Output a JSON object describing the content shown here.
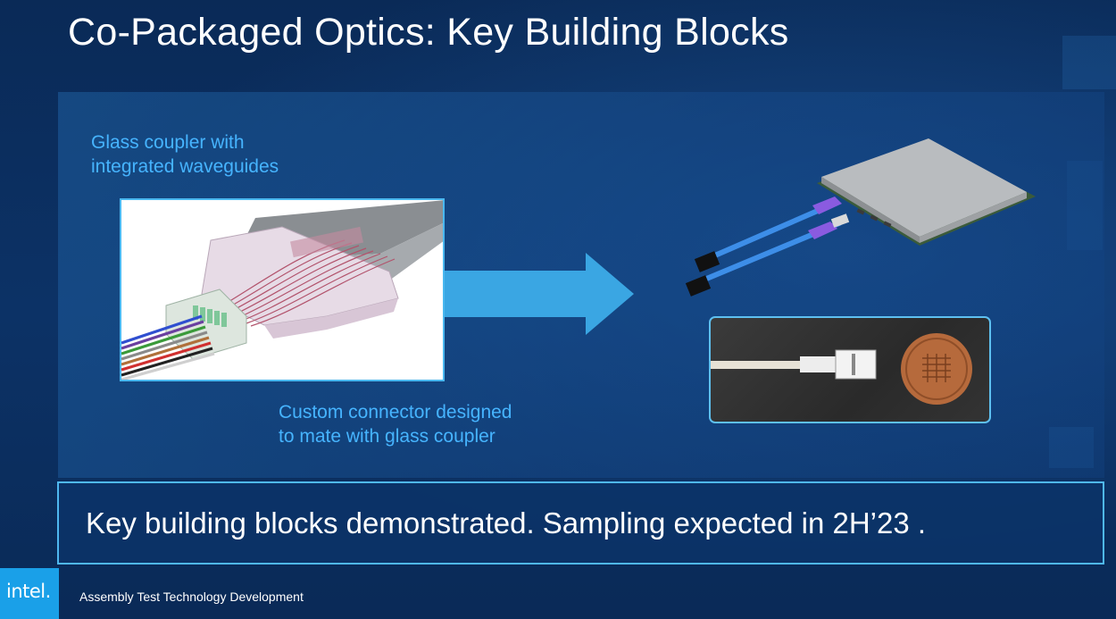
{
  "slide": {
    "title": "Co-Packaged Optics: Key Building Blocks",
    "label_coupler": [
      "Glass coupler with",
      "integrated waveguides"
    ],
    "label_connector": [
      "Custom connector designed",
      "to mate with glass coupler"
    ],
    "banner": "Key building blocks demonstrated. Sampling expected in  2H’23 .",
    "footer": "Assembly Test Technology Development",
    "logo": "intel."
  },
  "colors": {
    "background": "#0b2d5c",
    "accent_text": "#46b4ff",
    "arrow": "#3aa6e3",
    "border": "#4fb8f0",
    "logo_bg": "#1aa0e8"
  },
  "icons": {
    "arrow": "right-arrow-icon",
    "package": "co-packaged-chip-illustration",
    "coupler": "glass-coupler-illustration",
    "photo": "connector-with-coin-photo"
  }
}
